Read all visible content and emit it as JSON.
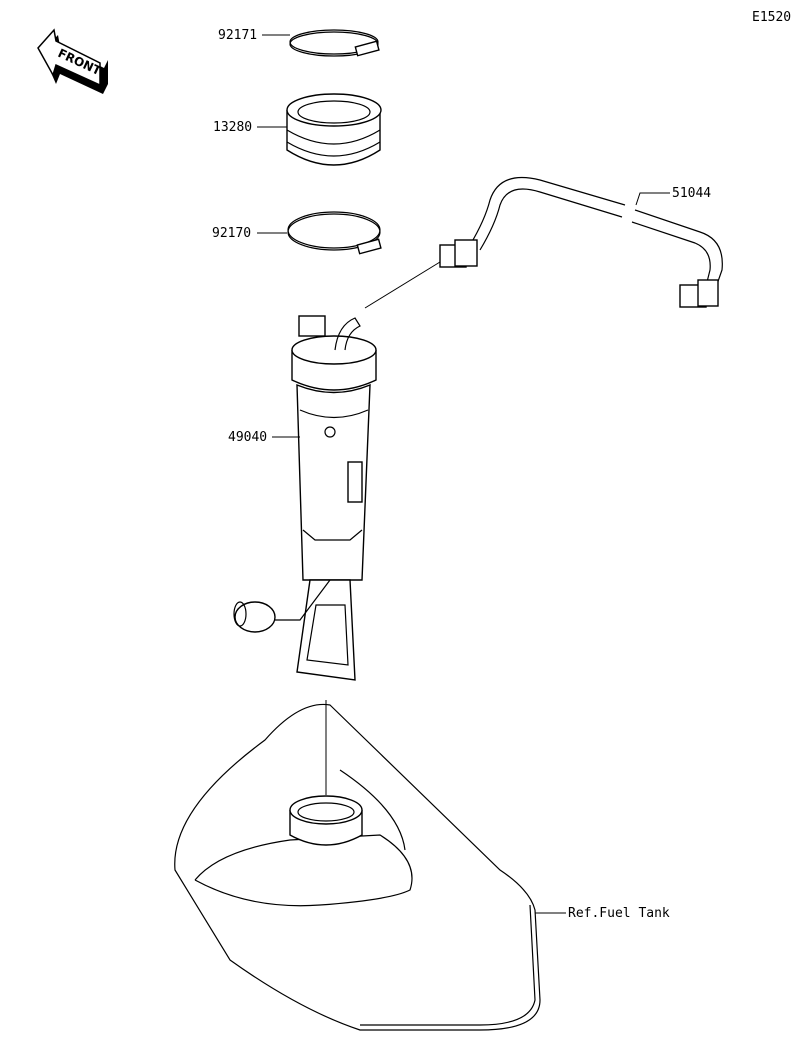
{
  "diagram_code": "E1520",
  "front_indicator": "FRONT",
  "parts": [
    {
      "number": "92171",
      "name": "clamp-upper"
    },
    {
      "number": "13280",
      "name": "gasket"
    },
    {
      "number": "92170",
      "name": "clamp-lower"
    },
    {
      "number": "51044",
      "name": "fuel-hose"
    },
    {
      "number": "49040",
      "name": "fuel-pump"
    }
  ],
  "reference": "Ref.Fuel Tank"
}
